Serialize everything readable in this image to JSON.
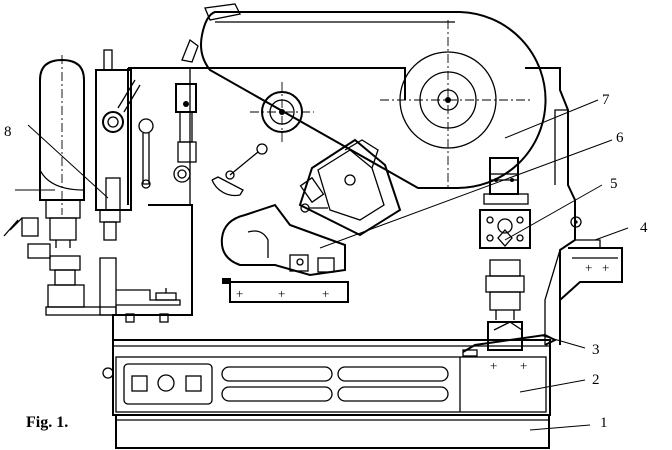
{
  "figure": {
    "caption": "Fig. 1.",
    "plus_sign": "+",
    "callouts": [
      {
        "id": "1",
        "label": "1"
      },
      {
        "id": "2",
        "label": "2"
      },
      {
        "id": "3",
        "label": "3"
      },
      {
        "id": "4",
        "label": "4"
      },
      {
        "id": "5",
        "label": "5"
      },
      {
        "id": "6",
        "label": "6"
      },
      {
        "id": "7",
        "label": "7"
      },
      {
        "id": "8",
        "label": "8"
      }
    ]
  }
}
